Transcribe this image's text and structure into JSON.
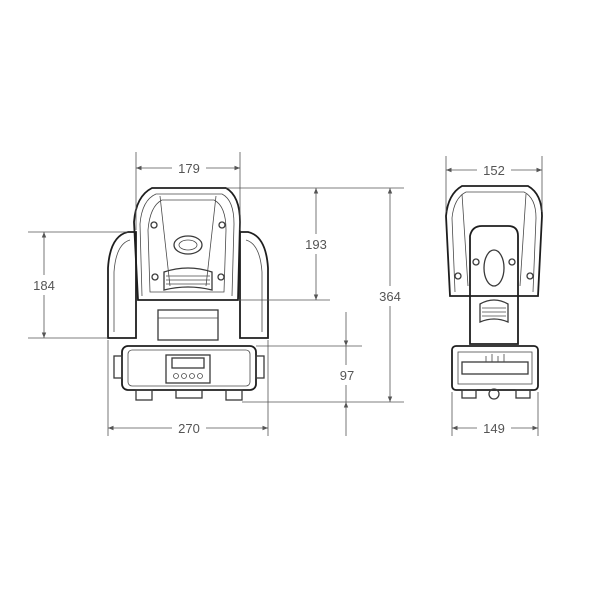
{
  "dimensions": {
    "front_width_top": "179",
    "front_height_left": "184",
    "front_height_head": "193",
    "front_height_total": "364",
    "front_height_base": "97",
    "front_width_base": "270",
    "side_width_top": "152",
    "side_width_base": "149"
  },
  "colors": {
    "line": "#3a3a3a",
    "dimension": "#555555",
    "background": "#ffffff"
  }
}
